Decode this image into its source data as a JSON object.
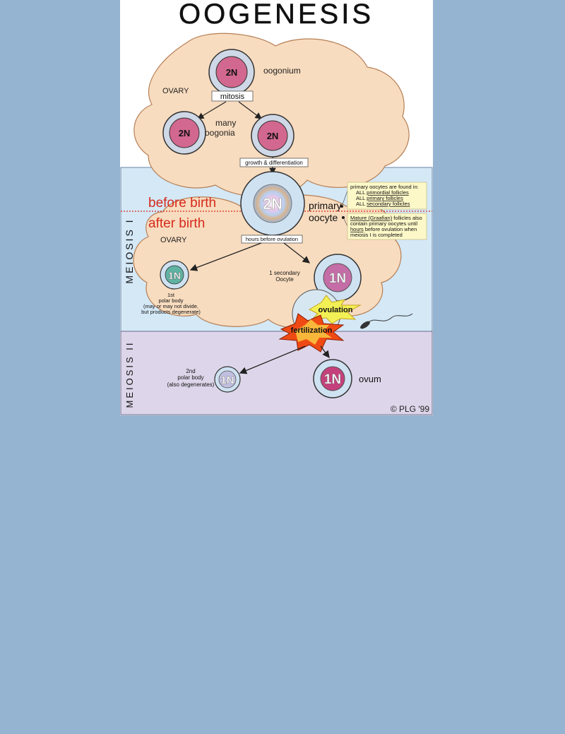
{
  "title": "Oogenesis",
  "copyright": "© PLG '99",
  "bands": {
    "meiosis1": "MEIOSIS I",
    "meiosis2": "MEIOSIS II"
  },
  "ovary_upper": "OVARY",
  "ovary_lower": "OVARY",
  "birth": {
    "before": "before birth",
    "after": "after birth"
  },
  "cells": {
    "oogonium": {
      "ploidy": "2N",
      "label": "oogonium"
    },
    "oogonium_a": {
      "ploidy": "2N"
    },
    "oogonium_b": {
      "ploidy": "2N"
    },
    "many_oogonia": [
      "many",
      "oogonia"
    ],
    "primary_oocyte": {
      "ploidy": "2N",
      "label": [
        "primary",
        "oocyte"
      ]
    },
    "polar_body_1": {
      "ploidy": "1N",
      "label": [
        "1st",
        "polar body",
        "(may or may not divide,",
        "but products degenerate)"
      ]
    },
    "secondary_oocyte": {
      "ploidy": "1N",
      "label": [
        "1 secondary",
        "Oocyte"
      ]
    },
    "polar_body_2": {
      "ploidy": "1N",
      "label": [
        "2nd",
        "polar body",
        "(also degenerates)"
      ]
    },
    "ovum": {
      "ploidy": "1N",
      "label": "ovum"
    }
  },
  "processes": {
    "mitosis": "mitosis",
    "growth": "growth & differentiation",
    "hours": "hours before ovulation",
    "ovulation": "ovulation",
    "fertilization": "fertilization"
  },
  "note1": {
    "intro": "primary oocytes are found in:",
    "items": [
      {
        "prefix": "ALL",
        "text": "primordial follicles"
      },
      {
        "prefix": "ALL",
        "text": "primary follicles"
      },
      {
        "prefix": "ALL",
        "text": "secondary follicles"
      }
    ]
  },
  "note2": {
    "lines": [
      {
        "u": "Mature (Graafian)",
        "t": " follicles also"
      },
      {
        "u": "",
        "t": "contain primary oocytes until"
      },
      {
        "u": "hours",
        "t": " before ovulation when"
      },
      {
        "u": "",
        "t": "meiosis I is completed"
      }
    ]
  },
  "colors": {
    "background": "#94b4d1",
    "ovary": "#f8dcbf",
    "meiosis1_band": "#d4e8f6",
    "meiosis2_band": "#ddd6ea",
    "oogonium_fill": "#d2688f",
    "before_after_text": "#d52a1c",
    "note_fill": "#fdf8c8"
  }
}
